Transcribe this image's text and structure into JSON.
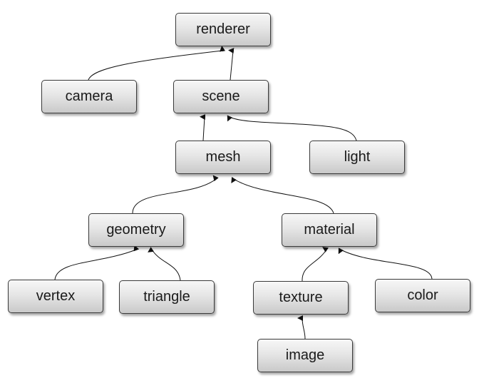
{
  "nodes": {
    "renderer": {
      "label": "renderer"
    },
    "camera": {
      "label": "camera"
    },
    "scene": {
      "label": "scene"
    },
    "mesh": {
      "label": "mesh"
    },
    "light": {
      "label": "light"
    },
    "geometry": {
      "label": "geometry"
    },
    "material": {
      "label": "material"
    },
    "vertex": {
      "label": "vertex"
    },
    "triangle": {
      "label": "triangle"
    },
    "texture": {
      "label": "texture"
    },
    "color": {
      "label": "color"
    },
    "image": {
      "label": "image"
    }
  },
  "edges": [
    {
      "from": "camera",
      "to": "renderer"
    },
    {
      "from": "scene",
      "to": "renderer"
    },
    {
      "from": "mesh",
      "to": "scene"
    },
    {
      "from": "light",
      "to": "scene"
    },
    {
      "from": "geometry",
      "to": "mesh"
    },
    {
      "from": "material",
      "to": "mesh"
    },
    {
      "from": "vertex",
      "to": "geometry"
    },
    {
      "from": "triangle",
      "to": "geometry"
    },
    {
      "from": "texture",
      "to": "material"
    },
    {
      "from": "color",
      "to": "material"
    },
    {
      "from": "image",
      "to": "texture"
    }
  ]
}
